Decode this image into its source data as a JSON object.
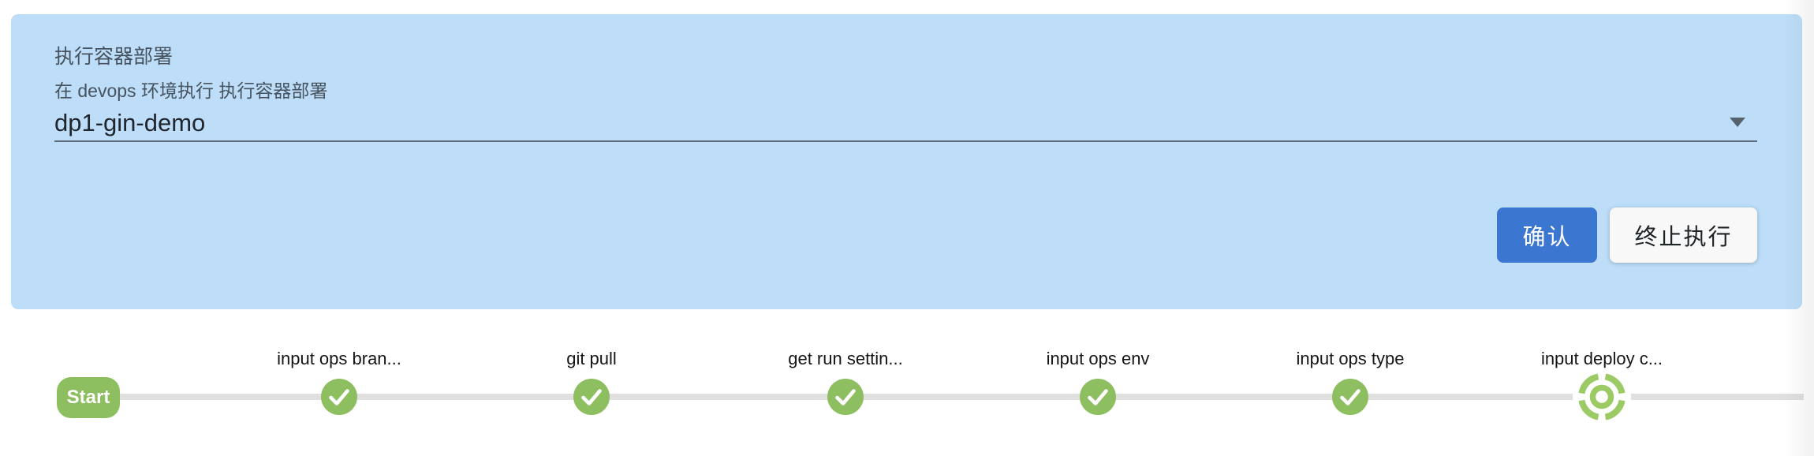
{
  "panel": {
    "title": "执行容器部署",
    "subtitle": "在 devops 环境执行 执行容器部署",
    "select": {
      "value": "dp1-gin-demo"
    },
    "buttons": {
      "confirm": "确认",
      "terminate": "终止执行"
    }
  },
  "pipeline": {
    "start_label": "Start",
    "steps": [
      {
        "label": "input ops bran...",
        "status": "done"
      },
      {
        "label": "git pull",
        "status": "done"
      },
      {
        "label": "get run settin...",
        "status": "done"
      },
      {
        "label": "input ops env",
        "status": "done"
      },
      {
        "label": "input ops type",
        "status": "done"
      },
      {
        "label": "input deploy c...",
        "status": "running"
      }
    ]
  },
  "icons": {
    "dropdown": "caret-down-icon",
    "done": "check-icon",
    "running": "spinner-icon"
  },
  "colors": {
    "panel_background": "#bdddf8",
    "confirm_button": "#3b76d1",
    "terminate_button": "#f8f8f8",
    "step_done_green": "#8dbe5f",
    "step_running_green": "#9ccb65",
    "connector_gray": "#e0e0e0",
    "underline_gray": "#5e6b78"
  }
}
